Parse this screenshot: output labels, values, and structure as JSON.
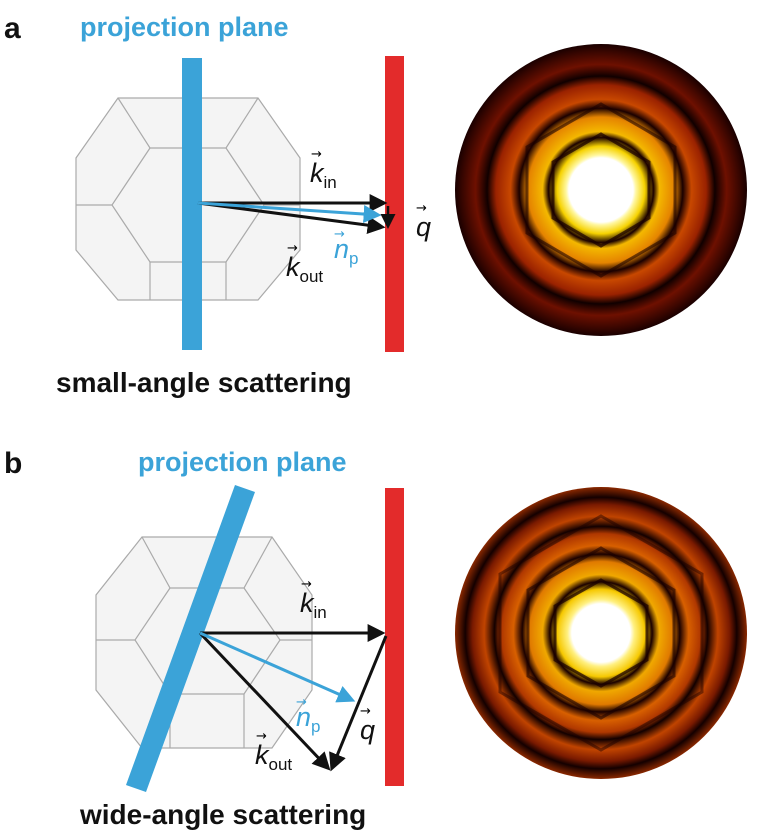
{
  "colors": {
    "projection_plane": "#3ba3d8",
    "detector": "#e32b2b",
    "vectors": "#111111",
    "np_vector": "#3ba3d8",
    "crystal_fill": "#f4f4f4",
    "crystal_edge": "#aaaaaa"
  },
  "arrow_glyph": "→",
  "panels": [
    {
      "letter": "a",
      "plane_label": "projection plane",
      "caption": "small-angle scattering",
      "k_in": {
        "base": "k",
        "sub": "in"
      },
      "k_out": {
        "base": "k",
        "sub": "out"
      },
      "n_p": {
        "base": "n",
        "sub": "p"
      },
      "q": {
        "base": "q"
      }
    },
    {
      "letter": "b",
      "plane_label": "projection plane",
      "caption": "wide-angle scattering",
      "k_in": {
        "base": "k",
        "sub": "in"
      },
      "k_out": {
        "base": "k",
        "sub": "out"
      },
      "n_p": {
        "base": "n",
        "sub": "p"
      },
      "q": {
        "base": "q"
      }
    }
  ]
}
